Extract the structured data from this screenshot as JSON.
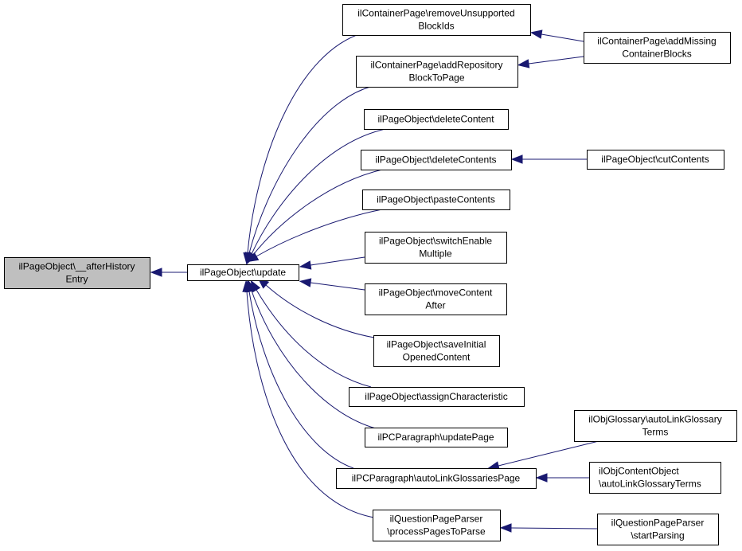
{
  "graph": {
    "type": "doxygen-caller-graph",
    "colors": {
      "edge": "#191970",
      "root_fill": "#bfbfbf",
      "node_fill": "#ffffff",
      "border": "#000000"
    },
    "nodes": [
      {
        "id": "afterHistoryEntry",
        "lines": [
          "ilPageObject\\__afterHistory",
          "Entry"
        ],
        "root": true
      },
      {
        "id": "update",
        "lines": [
          "ilPageObject\\update"
        ]
      },
      {
        "id": "removeUnsupportedBlockIds",
        "lines": [
          "ilContainerPage\\removeUnsupported",
          "BlockIds"
        ]
      },
      {
        "id": "addRepositoryBlockToPage",
        "lines": [
          "ilContainerPage\\addRepository",
          "BlockToPage"
        ]
      },
      {
        "id": "deleteContent",
        "lines": [
          "ilPageObject\\deleteContent"
        ]
      },
      {
        "id": "deleteContents",
        "lines": [
          "ilPageObject\\deleteContents"
        ]
      },
      {
        "id": "pasteContents",
        "lines": [
          "ilPageObject\\pasteContents"
        ]
      },
      {
        "id": "switchEnableMultiple",
        "lines": [
          "ilPageObject\\switchEnable",
          "Multiple"
        ]
      },
      {
        "id": "moveContentAfter",
        "lines": [
          "ilPageObject\\moveContent",
          "After"
        ]
      },
      {
        "id": "saveInitialOpenedContent",
        "lines": [
          "ilPageObject\\saveInitial",
          "OpenedContent"
        ]
      },
      {
        "id": "assignCharacteristic",
        "lines": [
          "ilPageObject\\assignCharacteristic"
        ]
      },
      {
        "id": "updatePage",
        "lines": [
          "ilPCParagraph\\updatePage"
        ]
      },
      {
        "id": "autoLinkGlossariesPage",
        "lines": [
          "ilPCParagraph\\autoLinkGlossariesPage"
        ]
      },
      {
        "id": "processPagesToParse",
        "lines": [
          "ilQuestionPageParser",
          "\\processPagesToParse"
        ]
      },
      {
        "id": "addMissingContainerBlocks",
        "lines": [
          "ilContainerPage\\addMissing",
          "ContainerBlocks"
        ]
      },
      {
        "id": "cutContents",
        "lines": [
          "ilPageObject\\cutContents"
        ]
      },
      {
        "id": "glossaryAutoLinkGlossaryTerms",
        "lines": [
          "ilObjGlossary\\autoLinkGlossary",
          "Terms"
        ]
      },
      {
        "id": "contentObjectAutoLinkGlossaryTerms",
        "lines": [
          "ilObjContentObject",
          "\\autoLinkGlossaryTerms"
        ]
      },
      {
        "id": "startParsing",
        "lines": [
          "ilQuestionPageParser",
          "\\startParsing"
        ]
      }
    ],
    "edges": [
      {
        "from": "update",
        "to": "afterHistoryEntry"
      },
      {
        "from": "removeUnsupportedBlockIds",
        "to": "update"
      },
      {
        "from": "addRepositoryBlockToPage",
        "to": "update"
      },
      {
        "from": "deleteContent",
        "to": "update"
      },
      {
        "from": "deleteContents",
        "to": "update"
      },
      {
        "from": "pasteContents",
        "to": "update"
      },
      {
        "from": "switchEnableMultiple",
        "to": "update"
      },
      {
        "from": "moveContentAfter",
        "to": "update"
      },
      {
        "from": "saveInitialOpenedContent",
        "to": "update"
      },
      {
        "from": "assignCharacteristic",
        "to": "update"
      },
      {
        "from": "updatePage",
        "to": "update"
      },
      {
        "from": "autoLinkGlossariesPage",
        "to": "update"
      },
      {
        "from": "processPagesToParse",
        "to": "update"
      },
      {
        "from": "addMissingContainerBlocks",
        "to": "removeUnsupportedBlockIds"
      },
      {
        "from": "addMissingContainerBlocks",
        "to": "addRepositoryBlockToPage"
      },
      {
        "from": "cutContents",
        "to": "deleteContents"
      },
      {
        "from": "glossaryAutoLinkGlossaryTerms",
        "to": "autoLinkGlossariesPage"
      },
      {
        "from": "contentObjectAutoLinkGlossaryTerms",
        "to": "autoLinkGlossariesPage"
      },
      {
        "from": "startParsing",
        "to": "processPagesToParse"
      }
    ]
  }
}
